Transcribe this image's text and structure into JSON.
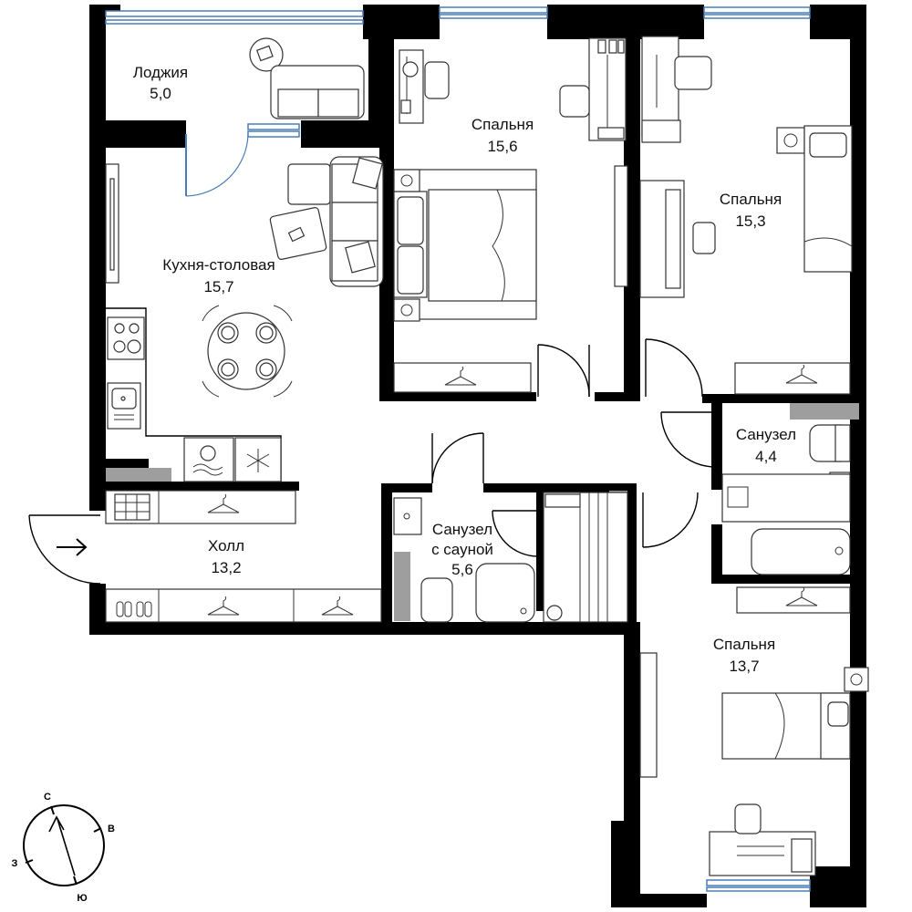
{
  "rooms": [
    {
      "name": "Лоджия",
      "area": "5,0"
    },
    {
      "name": "Спальня",
      "area": "15,6"
    },
    {
      "name": "Спальня",
      "area": "15,3"
    },
    {
      "name": "Кухня-столовая",
      "area": "15,7"
    },
    {
      "name": "Санузел",
      "area": "4,4"
    },
    {
      "name": "Холл",
      "area": "13,2"
    },
    {
      "name": "Санузел",
      "name2": "с сауной",
      "area": "5,6"
    },
    {
      "name": "Спальня",
      "area": "13,7"
    }
  ],
  "compass": {
    "n": "С",
    "e": "В",
    "s": "Ю",
    "w": "З"
  },
  "icons": [
    "entrance-arrow-icon",
    "compass-icon",
    "hanger-icon",
    "snowflake-icon",
    "sink-icon",
    "stove-icon",
    "toilet-icon",
    "bathtub-icon",
    "shower-icon",
    "bed-icon",
    "desk-icon",
    "chair-icon",
    "sofa-icon",
    "dining-table-icon"
  ]
}
